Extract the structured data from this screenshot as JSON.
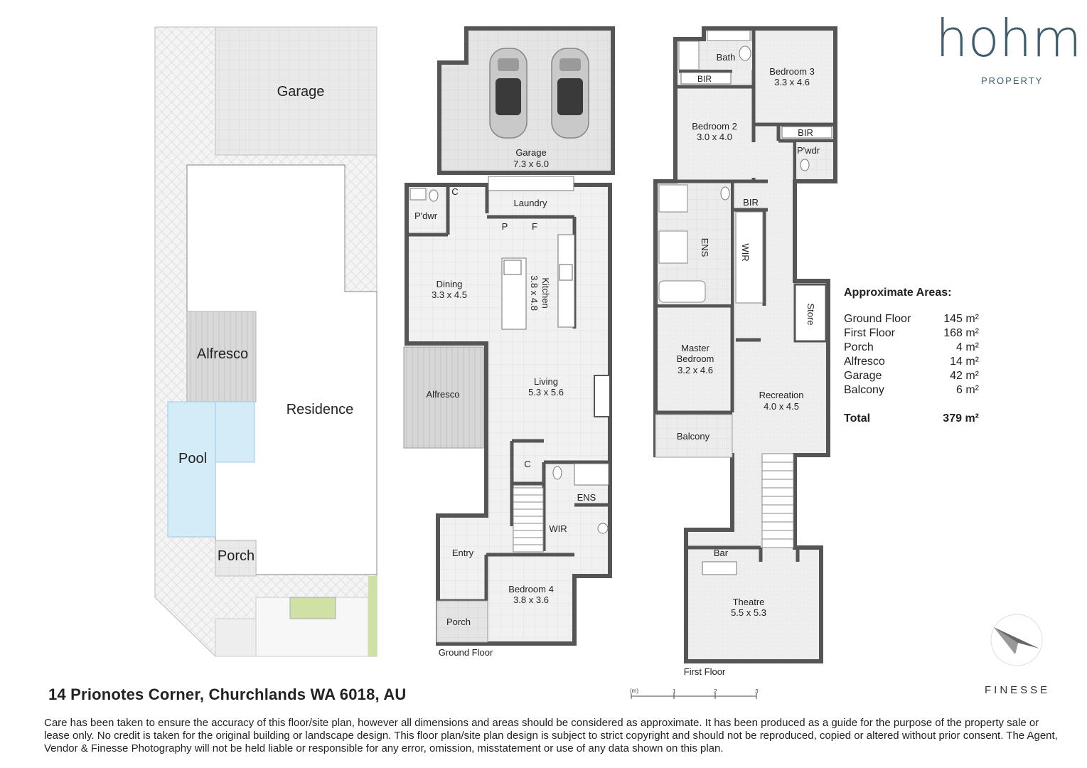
{
  "site_plan": {
    "labels": {
      "garage": "Garage",
      "alfresco": "Alfresco",
      "residence": "Residence",
      "pool": "Pool",
      "porch": "Porch"
    }
  },
  "ground_floor": {
    "caption": "Ground Floor",
    "rooms": {
      "garage_name": "Garage",
      "garage_dim": "7.3 x 6.0",
      "laundry": "Laundry",
      "cupboard_c1": "C",
      "powder": "P'dwr",
      "pantry": "P",
      "fridge": "F",
      "dining_name": "Dining",
      "dining_dim": "3.3 x 4.5",
      "kitchen_name": "Kitchen",
      "kitchen_dim": "3.8 x 4.8",
      "alfresco": "Alfresco",
      "living_name": "Living",
      "living_dim": "5.3 x 5.6",
      "cupboard_c2": "C",
      "ensuite": "ENS",
      "wir": "WIR",
      "entry": "Entry",
      "bed4_name": "Bedroom 4",
      "bed4_dim": "3.8 x 3.6",
      "porch": "Porch"
    }
  },
  "first_floor": {
    "caption": "First Floor",
    "rooms": {
      "bath": "Bath",
      "bir1": "BIR",
      "bed3_name": "Bedroom 3",
      "bed3_dim": "3.3 x 4.6",
      "bed2_name": "Bedroom 2",
      "bed2_dim": "3.0 x 4.0",
      "bir2": "BIR",
      "powder": "P'wdr",
      "bir3": "BIR",
      "ensuite": "ENS",
      "wir": "WIR",
      "store": "Store",
      "master_name1": "Master",
      "master_name2": "Bedroom",
      "master_dim": "3.2 x 4.6",
      "balcony": "Balcony",
      "recreation_name": "Recreation",
      "recreation_dim": "4.0 x 4.5",
      "bar": "Bar",
      "theatre_name": "Theatre",
      "theatre_dim": "5.5 x 5.3"
    }
  },
  "brand": {
    "name": "hohm",
    "sub": "PROPERTY",
    "photographer": "FINESSE"
  },
  "areas": {
    "title": "Approximate Areas:",
    "rows": [
      {
        "label": "Ground Floor",
        "value": "145 m²"
      },
      {
        "label": "First Floor",
        "value": "168 m²"
      },
      {
        "label": "Porch",
        "value": "4 m²"
      },
      {
        "label": "Alfresco",
        "value": "14 m²"
      },
      {
        "label": "Garage",
        "value": "42 m²"
      },
      {
        "label": "Balcony",
        "value": "6 m²"
      }
    ],
    "total_label": "Total",
    "total_value": "379 m²"
  },
  "scale_bar": {
    "unit": "(m)",
    "ticks": [
      "1",
      "2",
      "3"
    ]
  },
  "footer": {
    "address": "14 Prionotes Corner, Churchlands WA 6018, AU",
    "disclaimer": "Care has been taken to ensure the accuracy of this floor/site plan, however all dimensions and areas should be considered as approximate. It has been produced as a guide for the purpose of the property sale or lease only. No credit is taken for the original building or landscape design. This floor plan/site plan design is subject to strict copyright and should not be reproduced, copied or altered without prior consent. The Agent, Vendor & Finesse Photography will not be held liable or responsible for any error, omission, misstatement or use of any data shown on this plan."
  },
  "colors": {
    "wall": "#555555",
    "floor": "#ececec",
    "tile": "#f2f2f2",
    "pool": "#d4ecf7",
    "lawn": "#cfe1a4",
    "brand": "#3f5d6e"
  }
}
